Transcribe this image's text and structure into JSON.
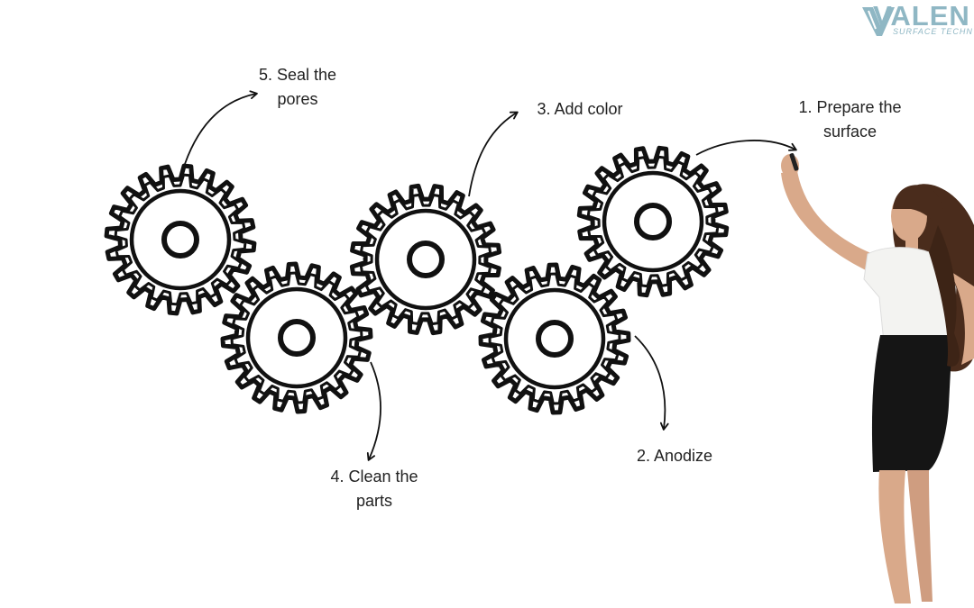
{
  "logo": {
    "wordmark": "VALEN",
    "tagline": "SURFACE TECHN",
    "color": "#8fb7c4"
  },
  "steps": [
    {
      "number": 1,
      "line1": "1. Prepare the",
      "line2": "surface"
    },
    {
      "number": 2,
      "line1": "2. Anodize",
      "line2": ""
    },
    {
      "number": 3,
      "line1": "3. Add color",
      "line2": ""
    },
    {
      "number": 4,
      "line1": "4. Clean the",
      "line2": "parts"
    },
    {
      "number": 5,
      "line1": "5. Seal the",
      "line2": "pores"
    }
  ],
  "colors": {
    "ink": "#111111",
    "text": "#222222",
    "skin": "#d9a98a",
    "hair": "#4a2c1c",
    "blouse": "#f3f3f1",
    "skirt": "#151515"
  }
}
